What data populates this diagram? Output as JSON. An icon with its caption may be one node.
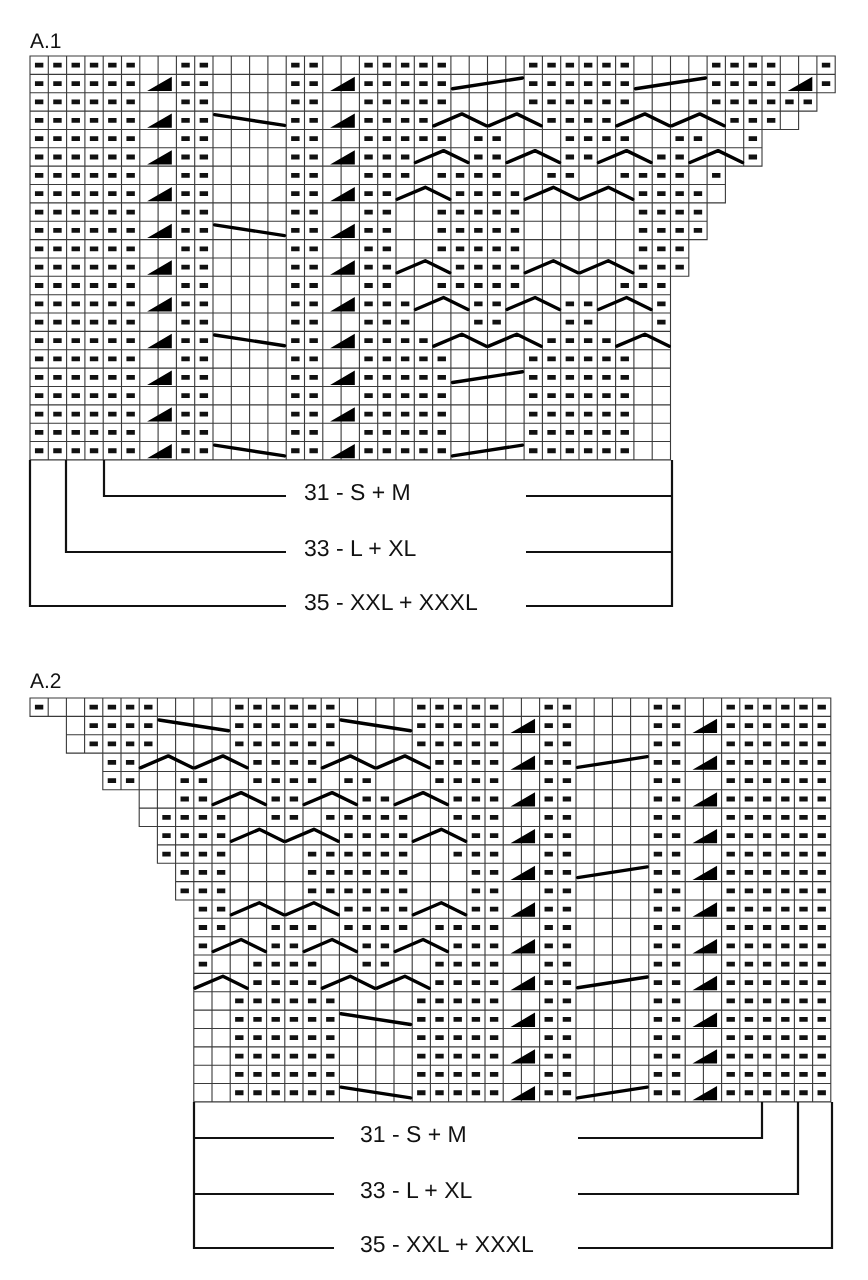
{
  "diagram": {
    "labels": [
      "A.1",
      "31 - S + M",
      "33 - L + XL",
      "35 - XXL + XXXL",
      "A.2",
      "31 - S + M",
      "33 - L + XL",
      "35 - XXL + XXXL"
    ]
  }
}
